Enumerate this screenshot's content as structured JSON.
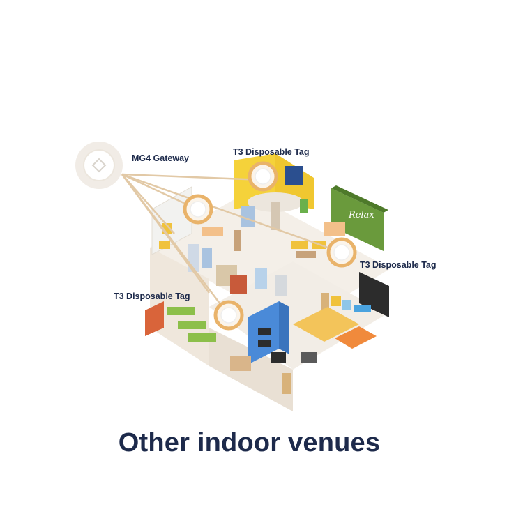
{
  "labels": {
    "gateway": "MG4 Gateway",
    "tag_top": "T3 Disposable Tag",
    "tag_right": "T3 Disposable Tag",
    "tag_left": "T3 Disposable Tag"
  },
  "caption": "Other indoor venues",
  "colors": {
    "text": "#1d2a4b",
    "signal_line": "#e2c9a6",
    "tag_ring": "#e9b36a",
    "gateway_disc": "#f1ece6"
  },
  "icons": [
    "gateway-icon",
    "tag-icon"
  ]
}
